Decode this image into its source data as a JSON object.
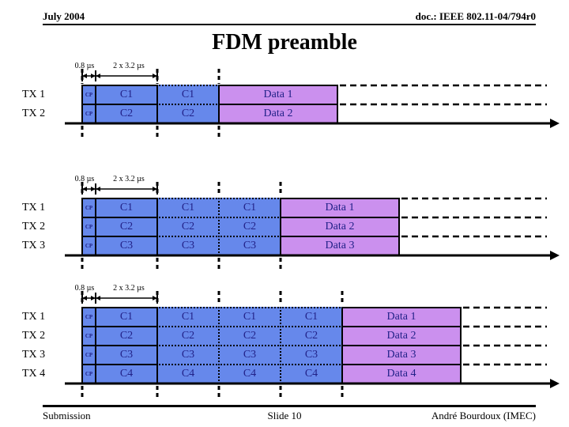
{
  "header": {
    "date": "July 2004",
    "doc_number": "doc.: IEEE 802.11-04/794r0"
  },
  "title": "FDM preamble",
  "timing_labels": {
    "cp_duration": "0.8 µs",
    "symbol_duration": "2 x 3.2 µs"
  },
  "colors": {
    "training_block": "#6688EB",
    "data_block": "#CB90EE",
    "block_text": "#222288",
    "line": "#000000"
  },
  "diagrams": [
    {
      "cp": "CP",
      "rows": [
        {
          "tx": "TX 1",
          "cells": [
            "C1",
            "C1"
          ],
          "data": "Data 1"
        },
        {
          "tx": "TX 2",
          "cells": [
            "C2",
            "C2"
          ],
          "data": "Data 2"
        }
      ]
    },
    {
      "cp": "CP",
      "rows": [
        {
          "tx": "TX 1",
          "cells": [
            "C1",
            "C1",
            "C1"
          ],
          "data": "Data 1"
        },
        {
          "tx": "TX 2",
          "cells": [
            "C2",
            "C2",
            "C2"
          ],
          "data": "Data 2"
        },
        {
          "tx": "TX 3",
          "cells": [
            "C3",
            "C3",
            "C3"
          ],
          "data": "Data 3"
        }
      ]
    },
    {
      "cp": "CP",
      "rows": [
        {
          "tx": "TX 1",
          "cells": [
            "C1",
            "C1",
            "C1",
            "C1"
          ],
          "data": "Data 1"
        },
        {
          "tx": "TX 2",
          "cells": [
            "C2",
            "C2",
            "C2",
            "C2"
          ],
          "data": "Data 2"
        },
        {
          "tx": "TX 3",
          "cells": [
            "C3",
            "C3",
            "C3",
            "C3"
          ],
          "data": "Data 3"
        },
        {
          "tx": "TX 4",
          "cells": [
            "C4",
            "C4",
            "C4",
            "C4"
          ],
          "data": "Data 4"
        }
      ]
    }
  ],
  "footer": {
    "left": "Submission",
    "center": "Slide 10",
    "right": "André Bourdoux (IMEC)"
  }
}
